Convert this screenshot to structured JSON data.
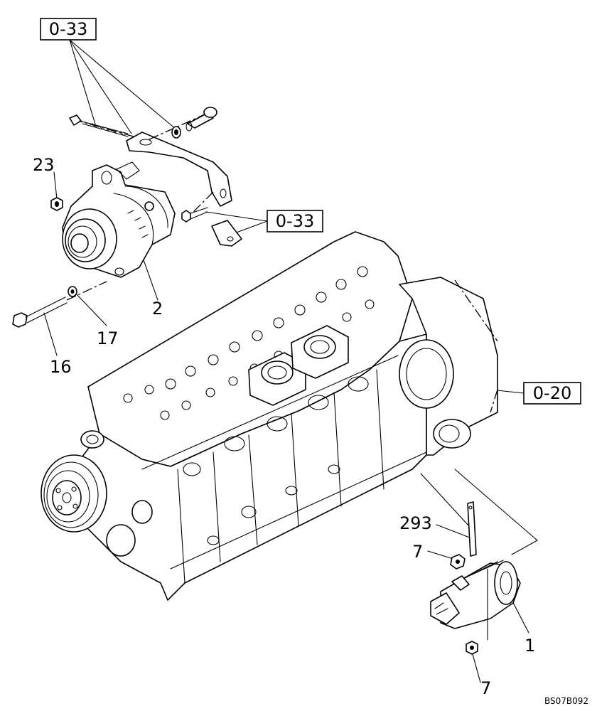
{
  "callouts": {
    "ref_alternator_top": "0-33",
    "ref_alternator_bracket": "0-33",
    "ref_flywheel_housing": "0-20"
  },
  "labels": {
    "part_23": "23",
    "part_2": "2",
    "part_17": "17",
    "part_16": "16",
    "part_293": "293",
    "part_7_upper": "7",
    "part_1": "1",
    "part_7_lower": "7"
  },
  "drawing_code": "BS07B092"
}
